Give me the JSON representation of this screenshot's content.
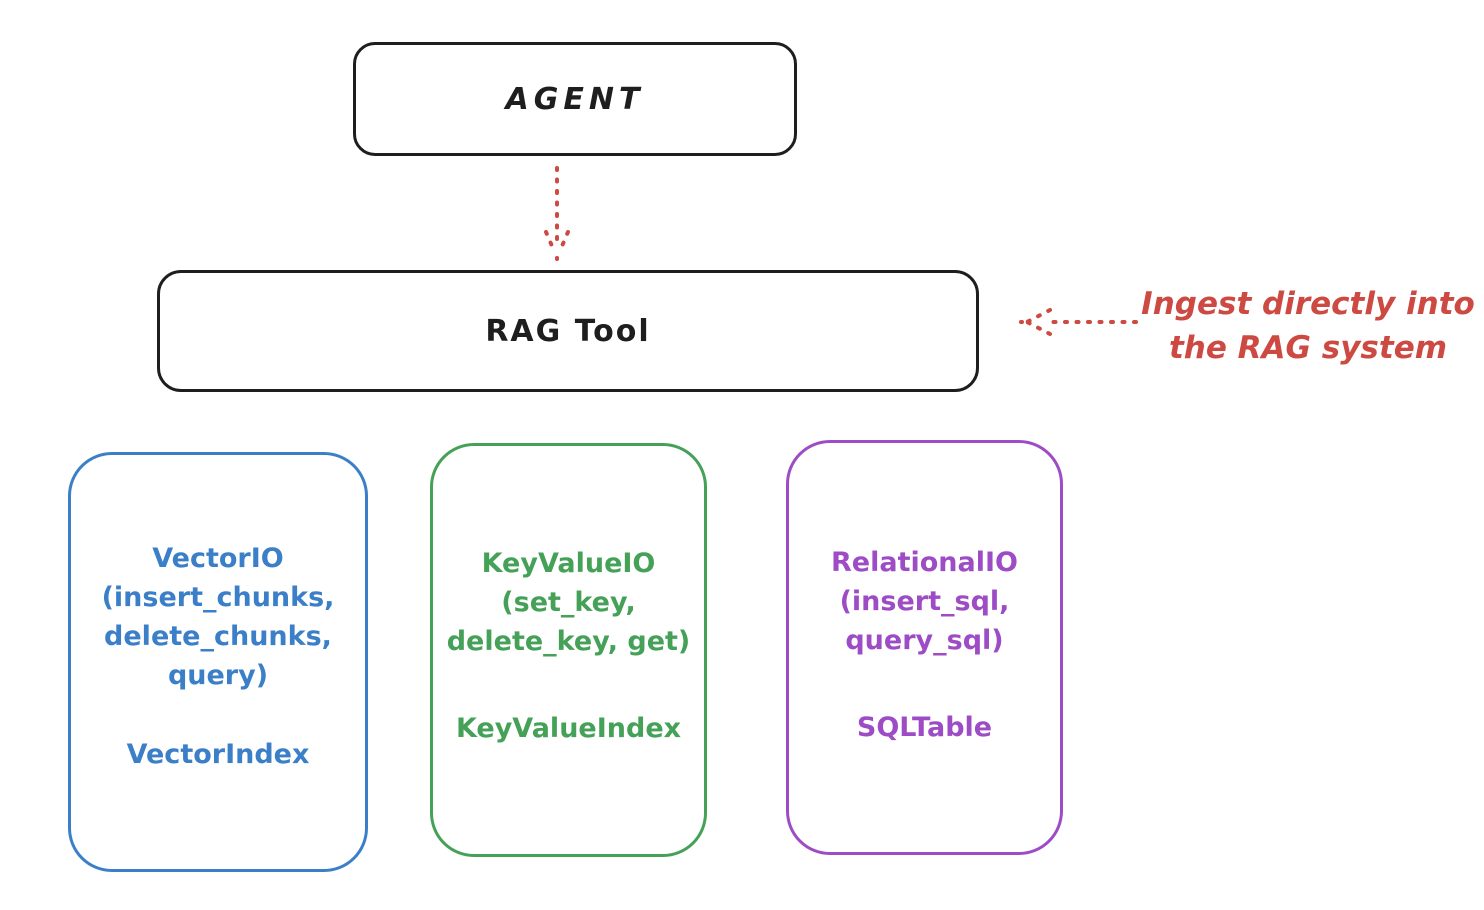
{
  "colors": {
    "ink": "#1e1e1e",
    "red": "#cd4a43",
    "blue": "#3b7fc8",
    "green": "#44a157",
    "purple": "#9e4cc5",
    "background": "#ffffff"
  },
  "diagram": {
    "agent_box": {
      "label": "AGENT"
    },
    "rag_tool_box": {
      "label": "RAG Tool"
    },
    "ingest_annotation": {
      "line1": "Ingest directly into",
      "line2": "the RAG system"
    },
    "io_boxes": [
      {
        "name": "vector-io",
        "color_key": "blue",
        "lines": [
          "VectorIO",
          "(insert_chunks,",
          "delete_chunks,",
          "query)"
        ],
        "index_label": "VectorIndex"
      },
      {
        "name": "keyvalue-io",
        "color_key": "green",
        "lines": [
          "KeyValueIO",
          "(set_key,",
          "delete_key, get)"
        ],
        "index_label": "KeyValueIndex"
      },
      {
        "name": "relational-io",
        "color_key": "purple",
        "lines": [
          "RelationalIO",
          "(insert_sql,",
          "query_sql)"
        ],
        "index_label": "SQLTable"
      }
    ]
  }
}
